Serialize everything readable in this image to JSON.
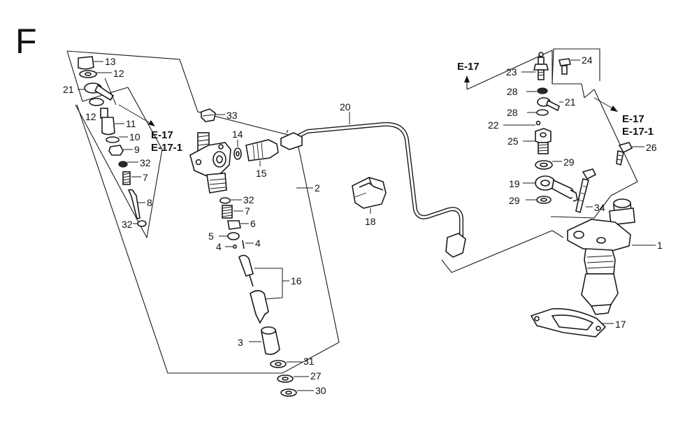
{
  "section_letter": "F",
  "refs": {
    "e17": "E-17",
    "e171": "E-17-1"
  },
  "callouts": {
    "c1": "1",
    "c2": "2",
    "c3": "3",
    "c4a": "4",
    "c4b": "4",
    "c5": "5",
    "c6": "6",
    "c7a": "7",
    "c7b": "7",
    "c8": "8",
    "c9": "9",
    "c10": "10",
    "c11": "11",
    "c12a": "12",
    "c12b": "12",
    "c13": "13",
    "c14": "14",
    "c15": "15",
    "c16": "16",
    "c17": "17",
    "c18": "18",
    "c19": "19",
    "c20": "20",
    "c21a": "21",
    "c21b": "21",
    "c22": "22",
    "c23": "23",
    "c24": "24",
    "c25": "25",
    "c26": "26",
    "c27": "27",
    "c28a": "28",
    "c28b": "28",
    "c29a": "29",
    "c29b": "29",
    "c30": "30",
    "c31": "31",
    "c32a": "32",
    "c32b": "32",
    "c32c": "32",
    "c33": "33",
    "c34": "34"
  }
}
